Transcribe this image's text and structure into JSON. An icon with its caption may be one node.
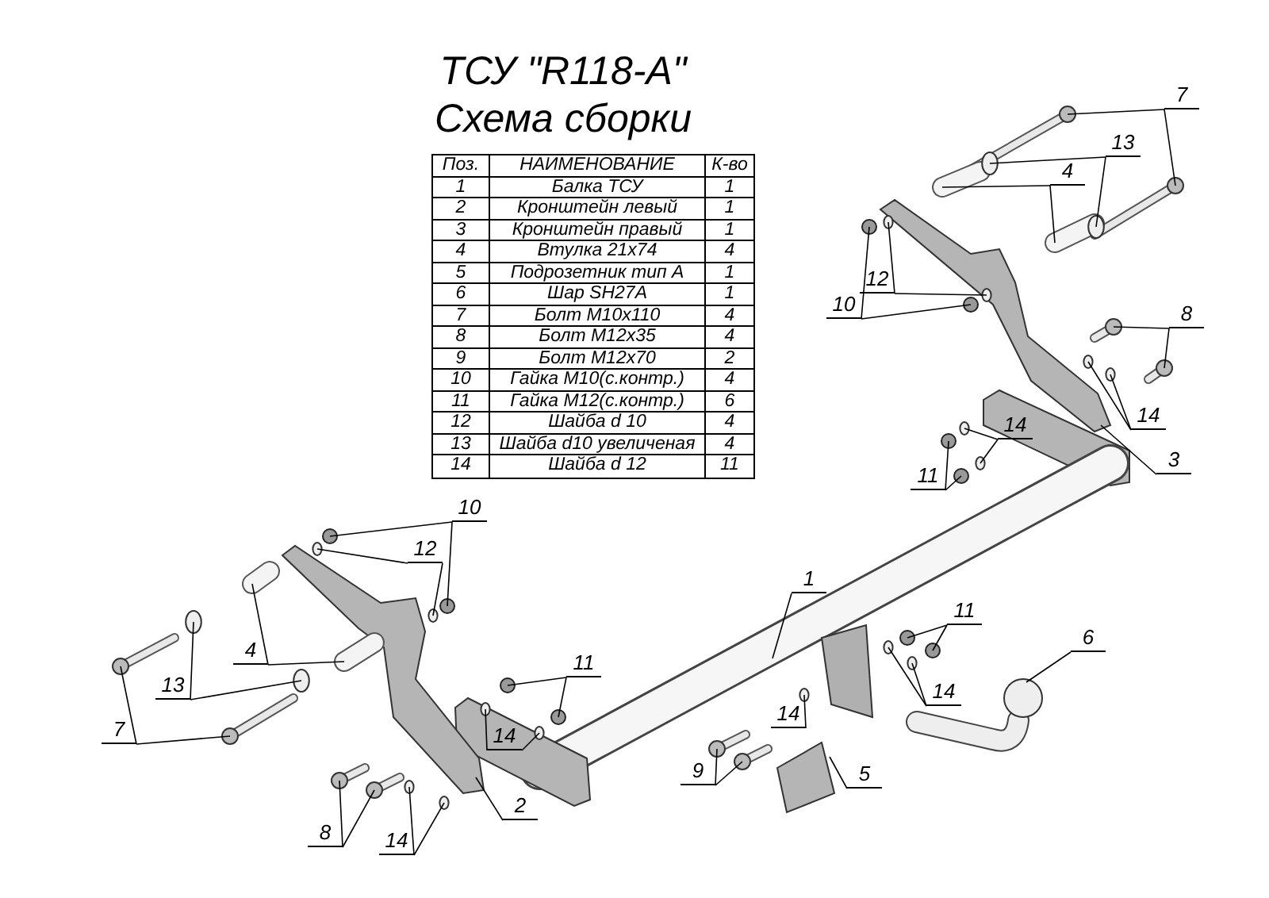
{
  "diagram": {
    "title": "ТСУ \"R118-A\"",
    "nodes": [
      {
        "text": [
          "7"
        ]
      },
      {
        "text": [
          "13"
        ]
      },
      {
        "text": [
          "4"
        ]
      },
      {
        "text": [
          "12"
        ]
      },
      {
        "text": [
          "10"
        ]
      },
      {
        "text": [
          "8"
        ]
      },
      {
        "text": [
          "14"
        ]
      },
      {
        "text": [
          "3"
        ]
      },
      {
        "text": [
          "14"
        ]
      },
      {
        "text": [
          "11"
        ]
      },
      {
        "text": [
          "10"
        ]
      },
      {
        "text": [
          "12"
        ]
      },
      {
        "text": [
          "4"
        ]
      },
      {
        "text": [
          "13"
        ]
      },
      {
        "text": [
          "7"
        ]
      },
      {
        "text": [
          "11"
        ]
      },
      {
        "text": [
          "14"
        ]
      },
      {
        "text": [
          "2"
        ]
      },
      {
        "text": [
          "14"
        ]
      },
      {
        "text": [
          "8"
        ]
      },
      {
        "text": [
          "1"
        ]
      },
      {
        "text": [
          "11"
        ]
      },
      {
        "text": [
          "14"
        ]
      },
      {
        "text": [
          "6"
        ]
      },
      {
        "text": [
          "14"
        ]
      },
      {
        "text": [
          "9"
        ]
      },
      {
        "text": [
          "5"
        ]
      }
    ],
    "edges": [
      {
        "from": 0,
        "to": null,
        "arrow": "none"
      },
      {
        "from": 0,
        "to": null,
        "arrow": "none"
      },
      {
        "from": 1,
        "to": null,
        "arrow": "none"
      },
      {
        "from": 1,
        "to": null,
        "arrow": "none"
      },
      {
        "from": 2,
        "to": null,
        "arrow": "none"
      },
      {
        "from": 2,
        "to": null,
        "arrow": "none"
      },
      {
        "from": 3,
        "to": null,
        "arrow": "none"
      },
      {
        "from": 3,
        "to": null,
        "arrow": "none"
      },
      {
        "from": 4,
        "to": null,
        "arrow": "none"
      },
      {
        "from": 4,
        "to": null,
        "arrow": "none"
      },
      {
        "from": 5,
        "to": null,
        "arrow": "none"
      },
      {
        "from": 5,
        "to": null,
        "arrow": "none"
      },
      {
        "from": 6,
        "to": null,
        "arrow": "none"
      },
      {
        "from": 6,
        "to": null,
        "arrow": "none"
      },
      {
        "from": 7,
        "to": null,
        "arrow": "none"
      },
      {
        "from": 8,
        "to": null,
        "arrow": "none"
      },
      {
        "from": 8,
        "to": null,
        "arrow": "none"
      },
      {
        "from": 9,
        "to": null,
        "arrow": "none"
      },
      {
        "from": 9,
        "to": null,
        "arrow": "none"
      },
      {
        "from": 10,
        "to": null,
        "arrow": "none"
      },
      {
        "from": 10,
        "to": null,
        "arrow": "none"
      },
      {
        "from": 11,
        "to": null,
        "arrow": "none"
      },
      {
        "from": 11,
        "to": null,
        "arrow": "none"
      },
      {
        "from": 12,
        "to": null,
        "arrow": "none"
      },
      {
        "from": 12,
        "to": null,
        "arrow": "none"
      },
      {
        "from": 13,
        "to": null,
        "arrow": "none"
      },
      {
        "from": 13,
        "to": null,
        "arrow": "none"
      },
      {
        "from": 14,
        "to": null,
        "arrow": "none"
      },
      {
        "from": 14,
        "to": null,
        "arrow": "none"
      },
      {
        "from": 15,
        "to": null,
        "arrow": "none"
      },
      {
        "from": 15,
        "to": null,
        "arrow": "none"
      },
      {
        "from": 16,
        "to": null,
        "arrow": "none"
      },
      {
        "from": 16,
        "to": null,
        "arrow": "none"
      },
      {
        "from": 17,
        "to": null,
        "arrow": "none"
      },
      {
        "from": 18,
        "to": null,
        "arrow": "none"
      },
      {
        "from": 18,
        "to": null,
        "arrow": "none"
      },
      {
        "from": 19,
        "to": null,
        "arrow": "none"
      },
      {
        "from": 19,
        "to": null,
        "arrow": "none"
      },
      {
        "from": 20,
        "to": null,
        "arrow": "none"
      },
      {
        "from": 21,
        "to": null,
        "arrow": "none"
      },
      {
        "from": 21,
        "to": null,
        "arrow": "none"
      },
      {
        "from": 22,
        "to": null,
        "arrow": "none"
      },
      {
        "from": 22,
        "to": null,
        "arrow": "none"
      },
      {
        "from": 23,
        "to": null,
        "arrow": "none"
      },
      {
        "from": 24,
        "to": null,
        "arrow": "none"
      },
      {
        "from": 25,
        "to": null,
        "arrow": "none"
      },
      {
        "from": 25,
        "to": null,
        "arrow": "none"
      },
      {
        "from": 26,
        "to": null,
        "arrow": "none"
      }
    ],
    "labels": [
      "Схема сборки",
      "Поз.",
      "НАИМЕНОВАНИЕ",
      "К-во",
      "1",
      "Балка ТСУ",
      "1",
      "2",
      "Кронштейн левый",
      "1",
      "3",
      "Кронштейн правый",
      "1",
      "4",
      "Втулка 21x74",
      "4",
      "5",
      "Подрозетник тип А",
      "1",
      "6",
      "Шар SH27A",
      "1",
      "7",
      "Болт М10x110",
      "4",
      "8",
      "Болт М12x35",
      "4",
      "9",
      "Болт М12x70",
      "2",
      "10",
      "Гайка М10(с.контр.)",
      "4",
      "11",
      "Гайка М12(с.контр.)",
      "6",
      "12",
      "Шайба d 10",
      "4",
      "13",
      "Шайба d10 увеличеная",
      "4",
      "14",
      "Шайба d 12",
      "11"
    ]
  }
}
